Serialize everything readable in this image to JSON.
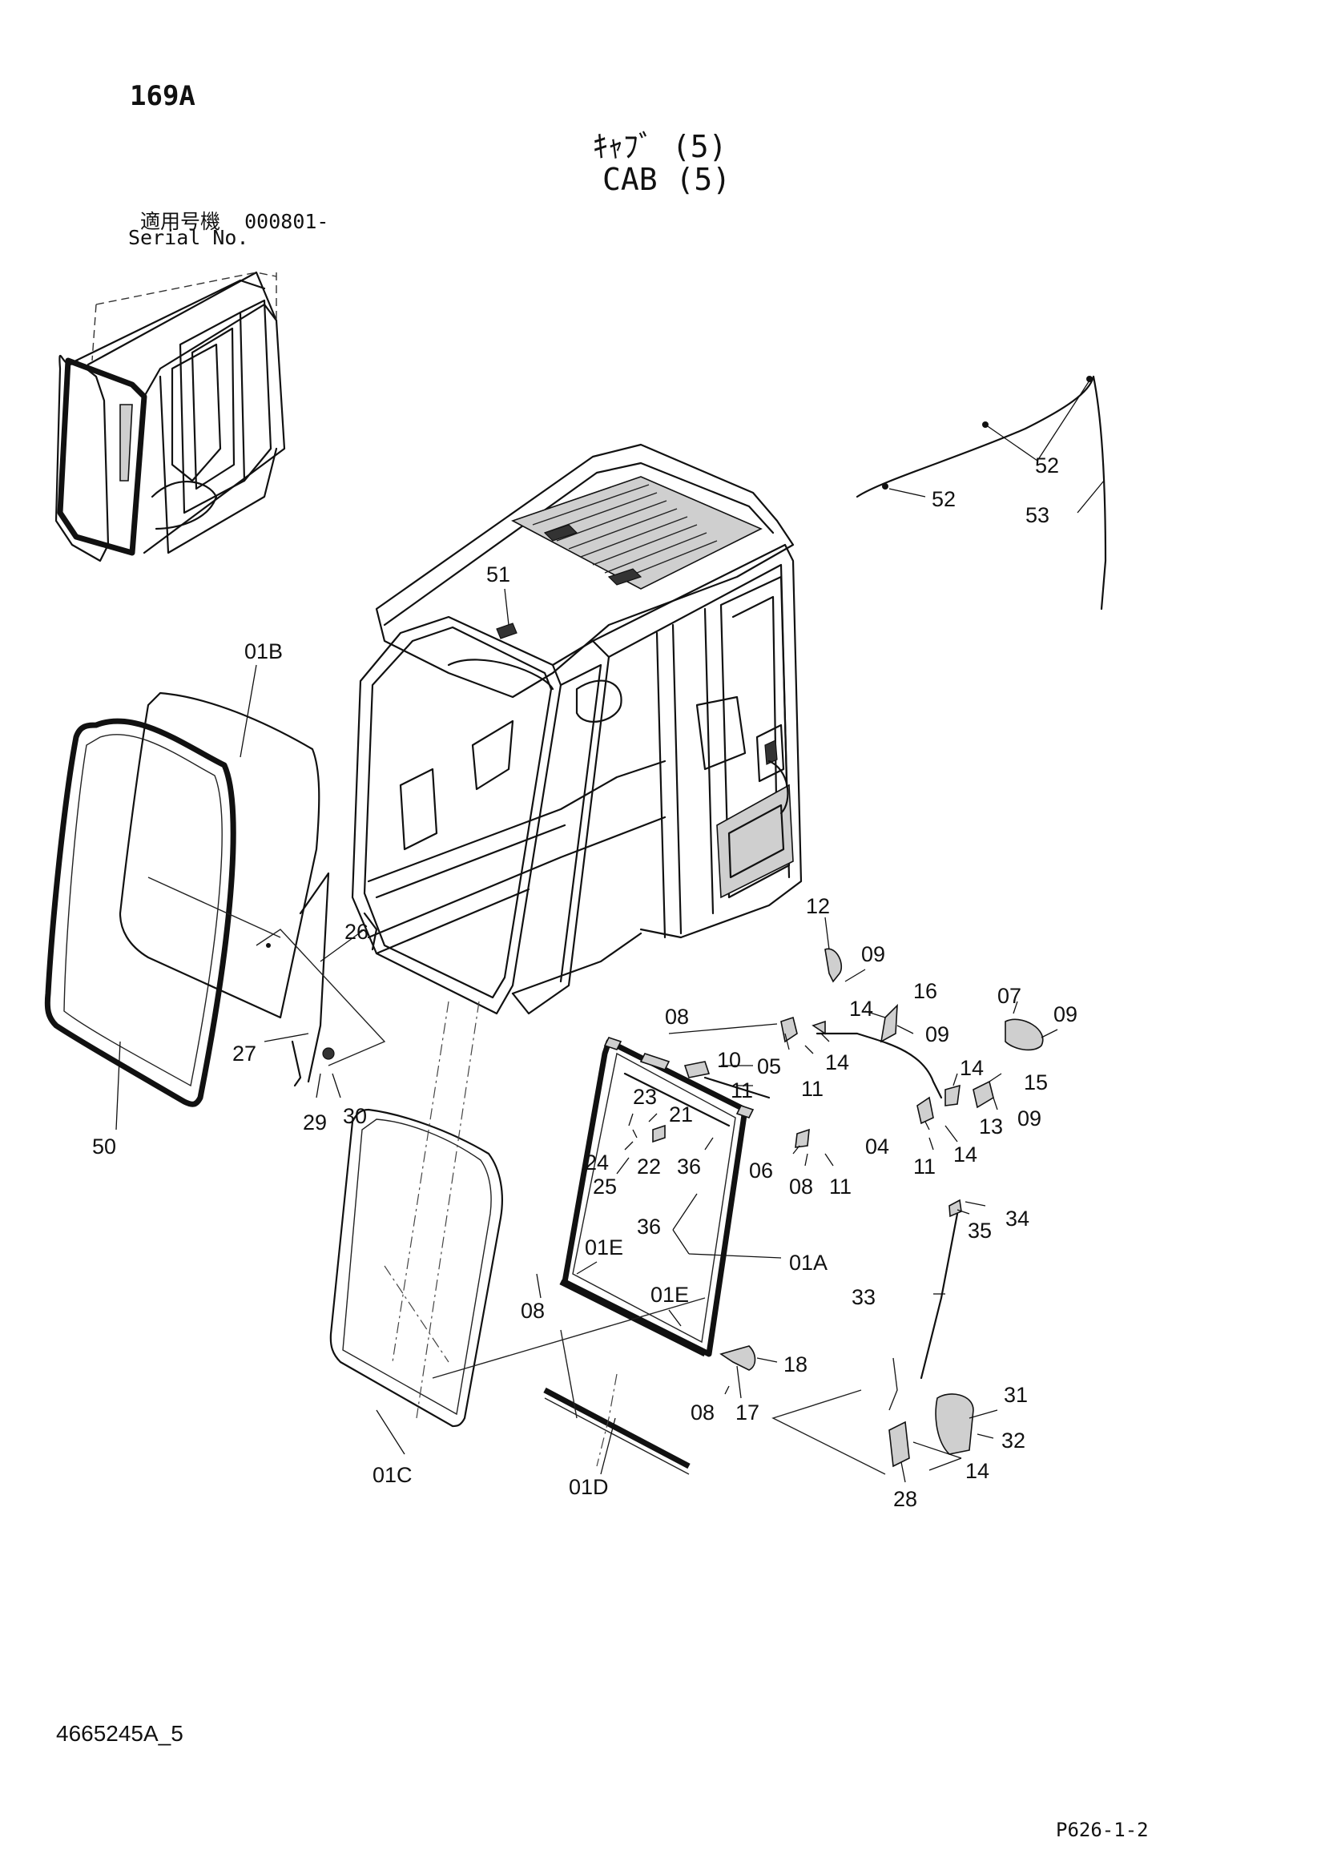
{
  "header": {
    "page_id": "169A",
    "title_jp": "ｷｬﾌﾞ (5)",
    "title_en": "CAB (5)",
    "serial_label_jp": "適用号機",
    "serial_value": "000801-",
    "serial_label_en": "Serial No."
  },
  "callouts": [
    "52",
    "52",
    "53",
    "51",
    "01B",
    "26",
    "27",
    "29",
    "30",
    "50",
    "12",
    "09",
    "14",
    "16",
    "09",
    "07",
    "09",
    "08",
    "05",
    "14",
    "11",
    "10",
    "11",
    "14",
    "15",
    "09",
    "13",
    "04",
    "11",
    "14",
    "23",
    "21",
    "24",
    "22",
    "25",
    "36",
    "06",
    "08",
    "11",
    "36",
    "01A",
    "35",
    "34",
    "33",
    "01E",
    "08",
    "01E",
    "18",
    "17",
    "08",
    "31",
    "32",
    "14",
    "28",
    "01C",
    "01D"
  ],
  "footer": {
    "document_number": "4665245A_5",
    "page_reference": "P626-1-2"
  }
}
